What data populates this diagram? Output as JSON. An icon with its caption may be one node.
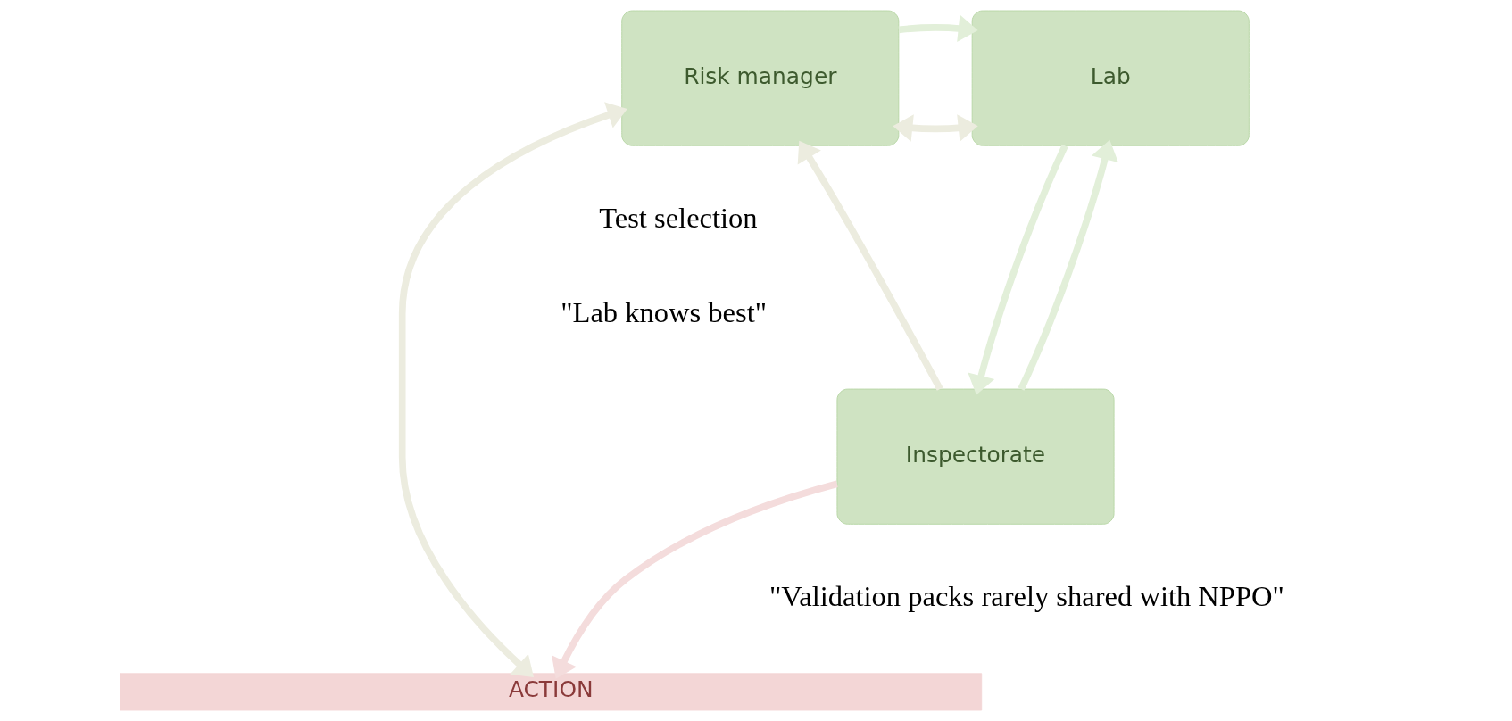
{
  "diagram": {
    "nodes": [
      {
        "text": [
          "Risk manager"
        ]
      },
      {
        "text": [
          "Lab"
        ]
      },
      {
        "text": [
          "Inspectorate"
        ]
      },
      {
        "text": [
          "ACTION"
        ]
      }
    ],
    "edges": [
      {
        "from": 0,
        "to": 1,
        "arrow": "both",
        "color": "#ececdf"
      },
      {
        "from": 0,
        "to": 1,
        "arrow": "to"
      },
      {
        "from": 0,
        "to": 3,
        "arrow": "both",
        "color": "#ececdf"
      },
      {
        "from": 2,
        "to": 0,
        "arrow": "to",
        "color": "#ececdf"
      },
      {
        "from": 1,
        "to": 2,
        "arrow": "to"
      },
      {
        "from": 2,
        "to": 1,
        "arrow": "to"
      },
      {
        "from": 2,
        "to": 3,
        "arrow": "to",
        "color": "#f4dcdc"
      }
    ],
    "labels": [
      "Test selection",
      "\"Lab knows best\"",
      "\"Validation packs rarely shared with NPPO\""
    ]
  }
}
